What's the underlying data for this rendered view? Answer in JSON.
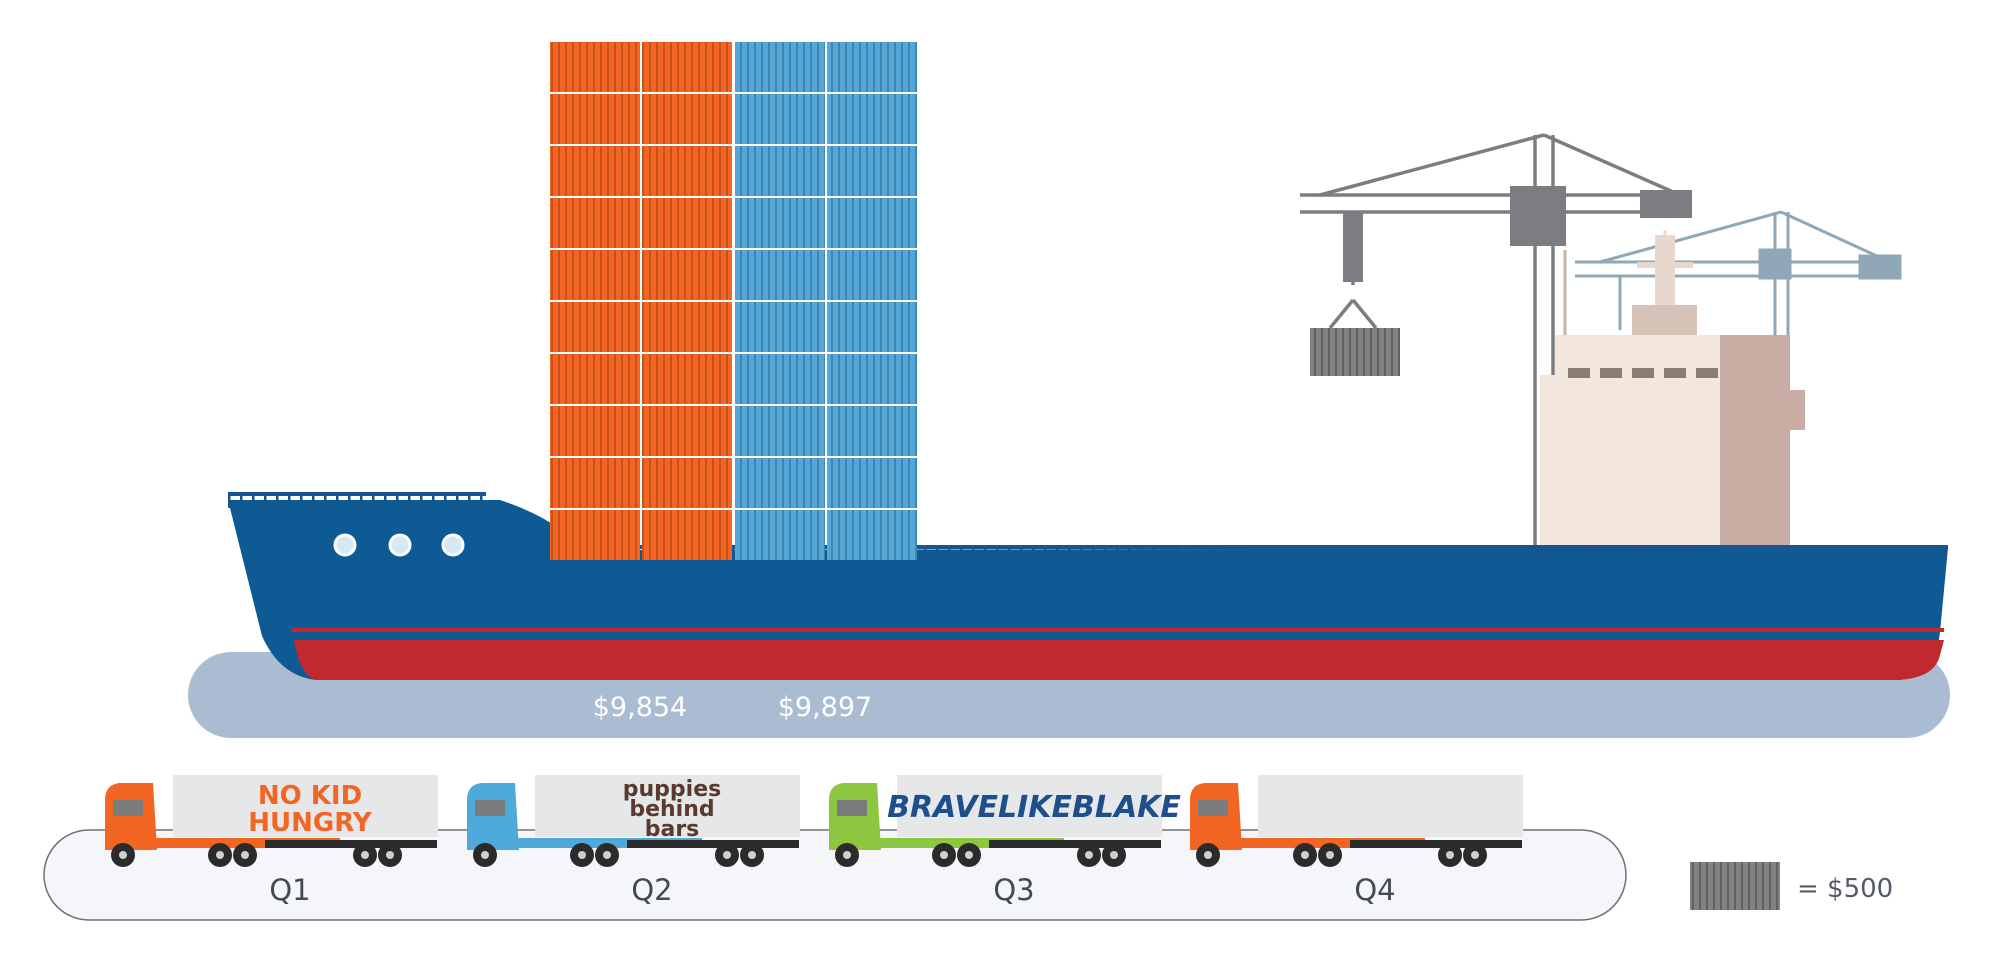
{
  "chart_data": {
    "type": "bar",
    "title": "",
    "categories": [
      "Q1",
      "Q2",
      "Q3",
      "Q4"
    ],
    "values": [
      9854,
      9897,
      null,
      null
    ],
    "value_labels": [
      "$9,854",
      "$9,897",
      "",
      ""
    ],
    "unit": {
      "label": "= $500",
      "value": 500
    },
    "colors": {
      "Q1": "#f26522",
      "Q2": "#4fa9d9",
      "Q3": "#8dc63f",
      "Q4": "#f26522"
    },
    "sponsors": [
      {
        "quarter": "Q1",
        "lines": [
          "NO KID",
          "HUNGRY"
        ],
        "color": "#f26522"
      },
      {
        "quarter": "Q2",
        "lines": [
          "puppies",
          "behind",
          "bars"
        ],
        "color": "#5a3a2e"
      },
      {
        "quarter": "Q3",
        "lines": [
          "BRAVELIKEBLAKE"
        ],
        "color": "#1c4f8c"
      },
      {
        "quarter": "Q4",
        "lines": [],
        "color": "#cccccc"
      }
    ],
    "legend": "right"
  }
}
